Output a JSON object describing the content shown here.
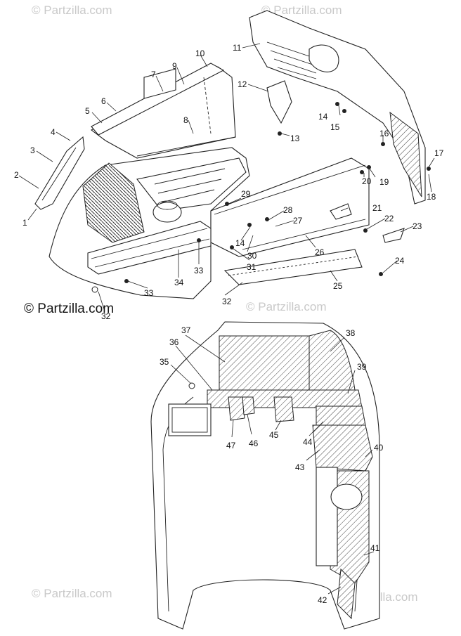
{
  "watermark": "© Partzilla.com",
  "credit": "© Partzilla.com",
  "callouts": [
    "1",
    "2",
    "3",
    "4",
    "5",
    "6",
    "7",
    "8",
    "9",
    "10",
    "11",
    "12",
    "13",
    "14",
    "15",
    "16",
    "17",
    "18",
    "19",
    "20",
    "21",
    "22",
    "23",
    "24",
    "25",
    "26",
    "27",
    "28",
    "29",
    "30",
    "31",
    "32",
    "33",
    "34",
    "35",
    "36",
    "37",
    "38",
    "39",
    "40",
    "41",
    "42",
    "43",
    "44",
    "45",
    "46",
    "47"
  ]
}
